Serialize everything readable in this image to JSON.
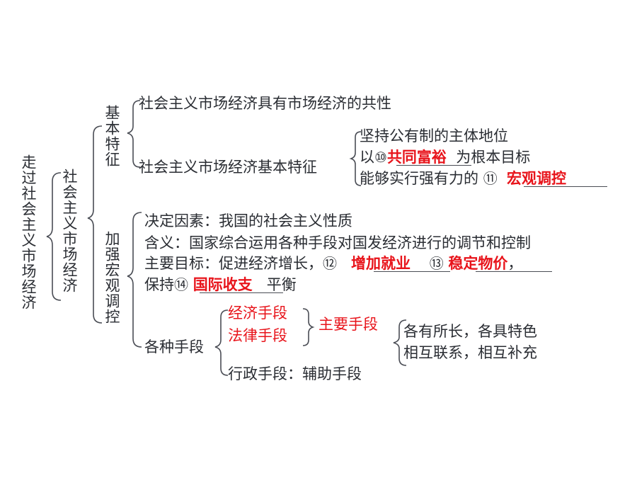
{
  "root": "走过社会主义市场经济",
  "level1": "社会主义市场经济",
  "basic": {
    "label": "基本特征",
    "common": "社会主义市场经济具有市场经济的共性",
    "special_label": "社会主义市场经济基本特征",
    "items": [
      {
        "text": "坚持公有制的主体地位"
      },
      {
        "prefix": "以",
        "num": "⑩",
        "answer": "共同富裕",
        "suffix": "为根本目标"
      },
      {
        "prefix": "能够实行强有力的",
        "num": "⑪",
        "answer": "宏观调控",
        "suffix": ""
      }
    ]
  },
  "macro": {
    "label": "加强宏观调控",
    "factor": "决定因素：我国的社会主义性质",
    "meaning": "含义：国家综合运用各种手段对国发经济进行的调节和控制",
    "goal_prefix": "主要目标：促进经济增长，",
    "goal12_num": "⑫",
    "goal12": "增加就业",
    "goal13_num": "⑬",
    "goal13": "稳定物价",
    "goal13_suffix": "，",
    "balance_prefix": "保持",
    "goal14_num": "⑭",
    "goal14": "国际收支",
    "balance_suffix": "平衡",
    "means_label": "各种手段",
    "means_economic": "经济手段",
    "means_legal": "法律手段",
    "means_main": "主要手段",
    "means_admin": "行政手段：辅助手段",
    "features": [
      "各有所长，各具特色",
      "相互联系，相互补充"
    ]
  },
  "colors": {
    "text": "#2a2d33",
    "answer": "#e8141b"
  }
}
